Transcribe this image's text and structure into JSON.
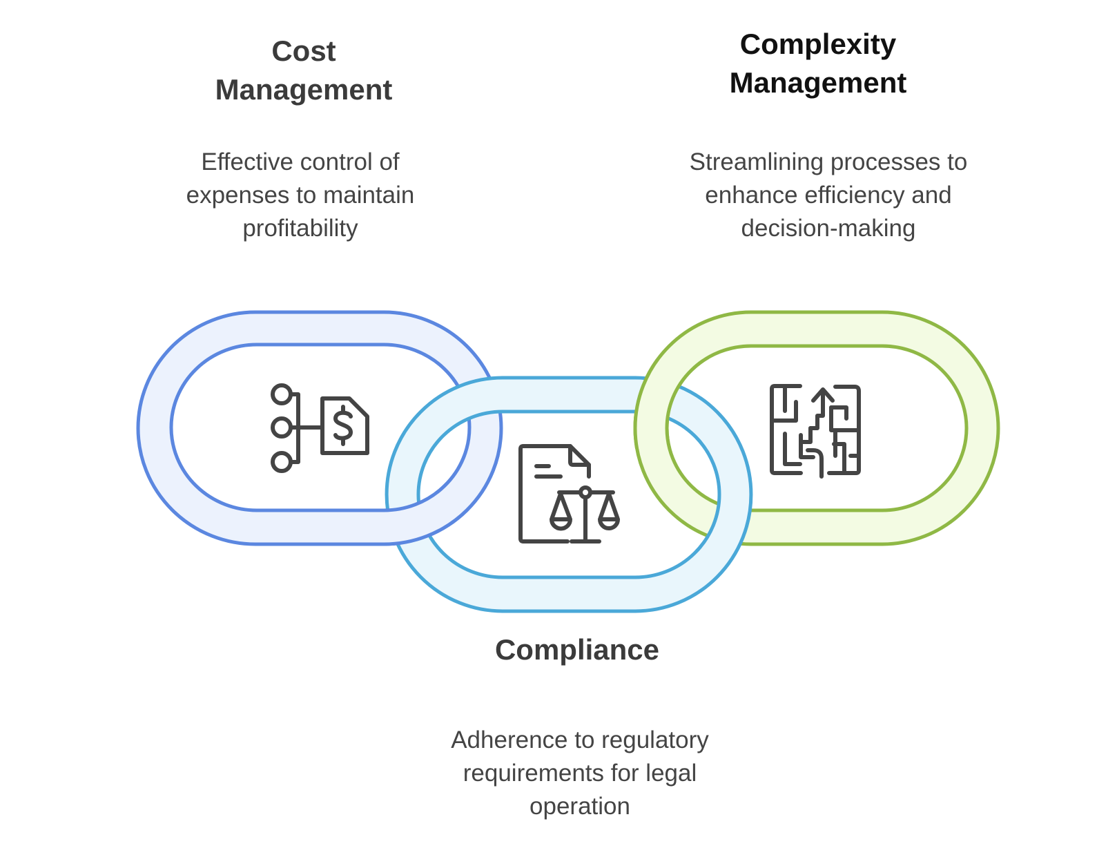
{
  "items": [
    {
      "id": "cost",
      "title_line1": "Cost",
      "title_line2": "Management",
      "desc_line1": "Effective control of",
      "desc_line2": "expenses to maintain",
      "desc_line3": "profitability",
      "icon": "cost-distribution-icon",
      "ring_color": "#5b87e0",
      "ring_fill": "#ecf2fd"
    },
    {
      "id": "compliance",
      "title_line1": "Compliance",
      "desc_line1": "Adherence to regulatory",
      "desc_line2": "requirements for legal",
      "desc_line3": "operation",
      "icon": "legal-document-scale-icon",
      "ring_color": "#4aa8d8",
      "ring_fill": "#e9f6fc"
    },
    {
      "id": "complexity",
      "title_line1": "Complexity",
      "title_line2": "Management",
      "desc_line1": "Streamlining processes to",
      "desc_line2": "enhance efficiency and",
      "desc_line3": "decision-making",
      "icon": "maze-arrow-icon",
      "ring_color": "#8fb845",
      "ring_fill": "#f3fbe3"
    }
  ]
}
